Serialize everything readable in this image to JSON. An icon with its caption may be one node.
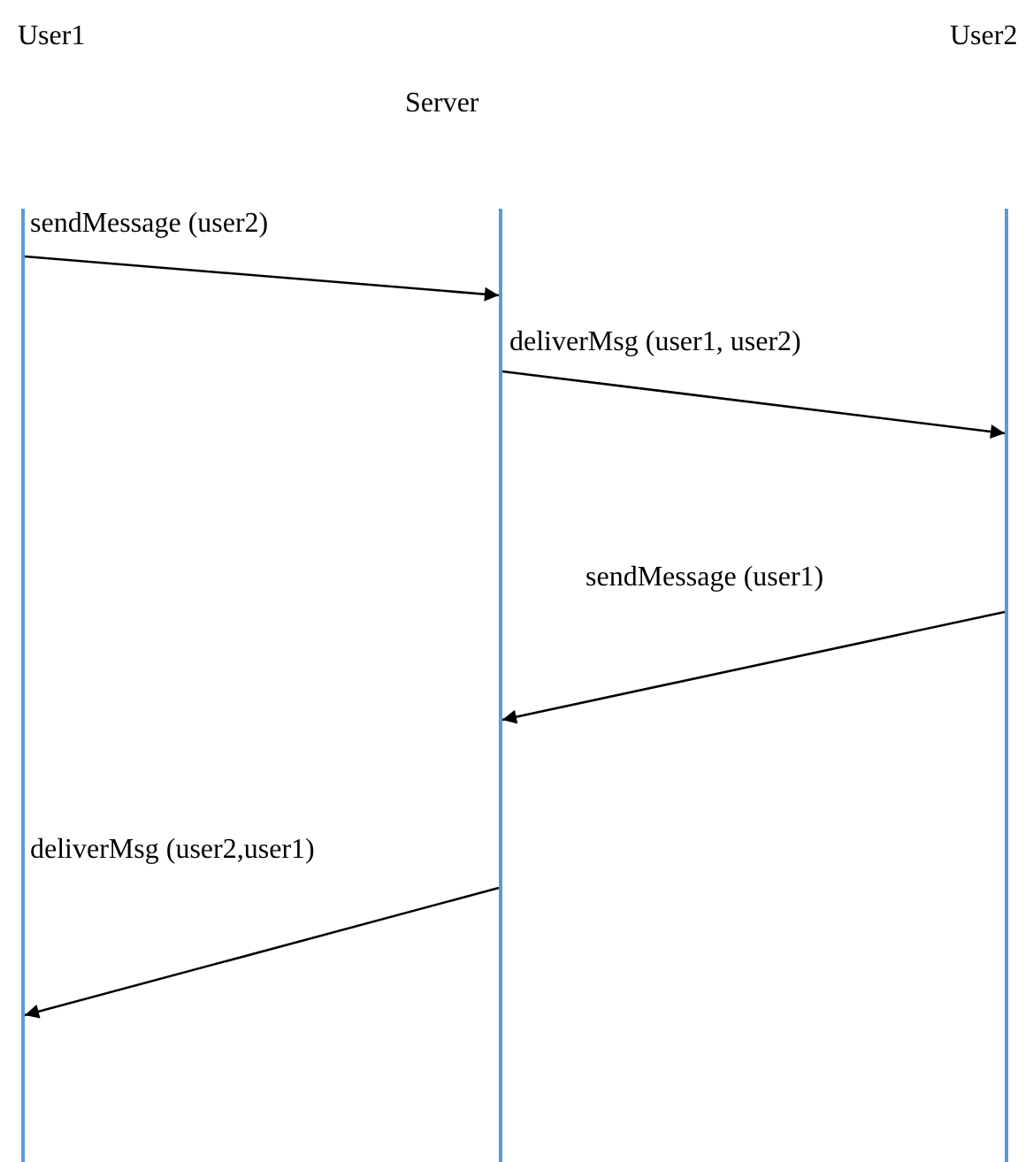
{
  "diagram": {
    "nodes": [
      {
        "text": [
          "User1"
        ]
      },
      {
        "text": [
          "Server"
        ]
      },
      {
        "text": [
          "User2"
        ]
      },
      {
        "text": [],
        "shape": "bar"
      },
      {
        "text": [],
        "shape": "bar"
      },
      {
        "text": [],
        "shape": "bar"
      }
    ],
    "edges": [
      {
        "from": 3,
        "to": 4,
        "arrow": "to",
        "label": "sendMessage (user2)"
      },
      {
        "from": 4,
        "to": 5,
        "arrow": "to",
        "label": "deliverMsg (user1, user2)"
      },
      {
        "from": 5,
        "to": 4,
        "arrow": "to",
        "label": "sendMessage (user1)"
      },
      {
        "from": 4,
        "to": 3,
        "arrow": "to",
        "label": "deliverMsg (user2,user1)"
      }
    ]
  }
}
